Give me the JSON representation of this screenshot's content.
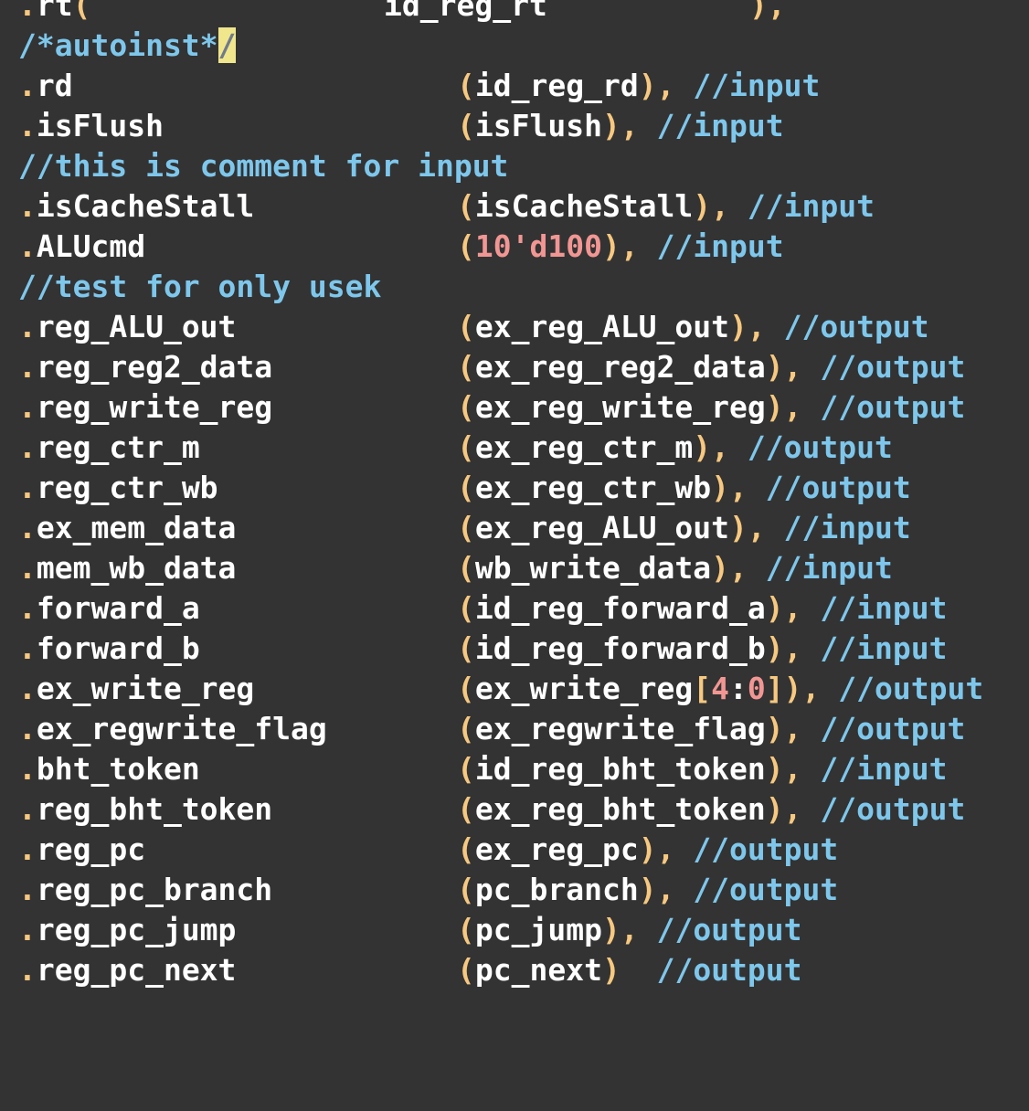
{
  "editor": {
    "theme": {
      "background": "#333333",
      "identifier": "#ffffff",
      "punctuation": "#f7c87f",
      "comment": "#7ec7ec",
      "number": "#f29694",
      "cursor_bg": "#f0e68c"
    },
    "partial_top_line": {
      "port": "rt",
      "conn": "id_reg_rt",
      "tail": "),"
    },
    "autoinst": {
      "text_before_cursor": "/*autoinst*",
      "cursor_char": "/"
    },
    "lines": [
      {
        "type": "port",
        "port": "rd",
        "conn": "id_reg_rd",
        "sep": ", ",
        "comment": "//input"
      },
      {
        "type": "port",
        "port": "isFlush",
        "conn": "isFlush",
        "sep": ", ",
        "comment": "//input"
      },
      {
        "type": "comment",
        "text": "//this is comment for input"
      },
      {
        "type": "port",
        "port": "isCacheStall",
        "conn": "isCacheStall",
        "sep": ", ",
        "comment": "//input"
      },
      {
        "type": "port-num",
        "port": "ALUcmd",
        "conn": "10'd100",
        "sep": ", ",
        "comment": "//input"
      },
      {
        "type": "comment",
        "text": "//test for only usek"
      },
      {
        "type": "port",
        "port": "reg_ALU_out",
        "conn": "ex_reg_ALU_out",
        "sep": ", ",
        "comment": "//output"
      },
      {
        "type": "port",
        "port": "reg_reg2_data",
        "conn": "ex_reg_reg2_data",
        "sep": ", ",
        "comment": "//output"
      },
      {
        "type": "port",
        "port": "reg_write_reg",
        "conn": "ex_reg_write_reg",
        "sep": ", ",
        "comment": "//output"
      },
      {
        "type": "port",
        "port": "reg_ctr_m",
        "conn": "ex_reg_ctr_m",
        "sep": ", ",
        "comment": "//output"
      },
      {
        "type": "port",
        "port": "reg_ctr_wb",
        "conn": "ex_reg_ctr_wb",
        "sep": ", ",
        "comment": "//output"
      },
      {
        "type": "port",
        "port": "ex_mem_data",
        "conn": "ex_reg_ALU_out",
        "sep": ", ",
        "comment": "//input"
      },
      {
        "type": "port",
        "port": "mem_wb_data",
        "conn": "wb_write_data",
        "sep": ", ",
        "comment": "//input"
      },
      {
        "type": "port",
        "port": "forward_a",
        "conn": "id_reg_forward_a",
        "sep": ", ",
        "comment": "//input"
      },
      {
        "type": "port",
        "port": "forward_b",
        "conn": "id_reg_forward_b",
        "sep": ", ",
        "comment": "//input"
      },
      {
        "type": "port-range",
        "port": "ex_write_reg",
        "conn": "ex_write_reg",
        "range_hi": "4",
        "range_colon": ":",
        "range_lo": "0",
        "sep": ", ",
        "comment": "//output"
      },
      {
        "type": "port",
        "port": "ex_regwrite_flag",
        "conn": "ex_regwrite_flag",
        "sep": ", ",
        "comment": "//output"
      },
      {
        "type": "port",
        "port": "bht_token",
        "conn": "id_reg_bht_token",
        "sep": ", ",
        "comment": "//input"
      },
      {
        "type": "port",
        "port": "reg_bht_token",
        "conn": "ex_reg_bht_token",
        "sep": ", ",
        "comment": "//output"
      },
      {
        "type": "port",
        "port": "reg_pc",
        "conn": "ex_reg_pc",
        "sep": ", ",
        "comment": "//output"
      },
      {
        "type": "port",
        "port": "reg_pc_branch",
        "conn": "pc_branch",
        "sep": ", ",
        "comment": "//output"
      },
      {
        "type": "port",
        "port": "reg_pc_jump",
        "conn": "pc_jump",
        "sep": ", ",
        "comment": "//output"
      },
      {
        "type": "port",
        "port": "reg_pc_next",
        "conn": "pc_next",
        "sep": "  ",
        "comment": "//output"
      }
    ]
  }
}
